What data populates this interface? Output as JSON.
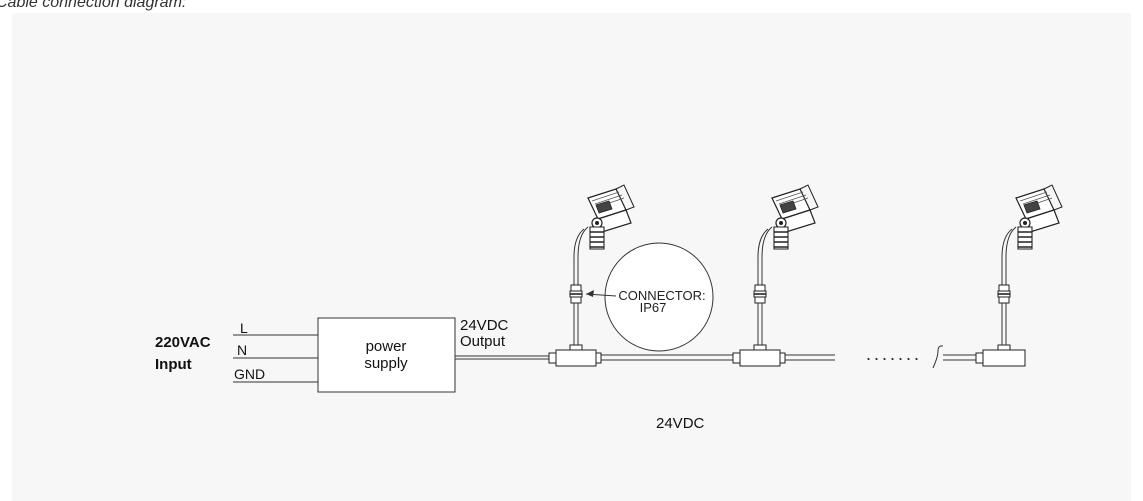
{
  "caption": "Cable connection diagram:",
  "input": {
    "voltage": "220VAC",
    "label": "Input",
    "lines": [
      "L",
      "N",
      "GND"
    ]
  },
  "power_supply": {
    "line1": "power",
    "line2": "supply"
  },
  "output": {
    "line1": "24VDC",
    "line2": "Output"
  },
  "connector": {
    "line1": "CONNECTOR:",
    "line2": "IP67"
  },
  "ellipsis": ".......",
  "bus_voltage": "24VDC"
}
